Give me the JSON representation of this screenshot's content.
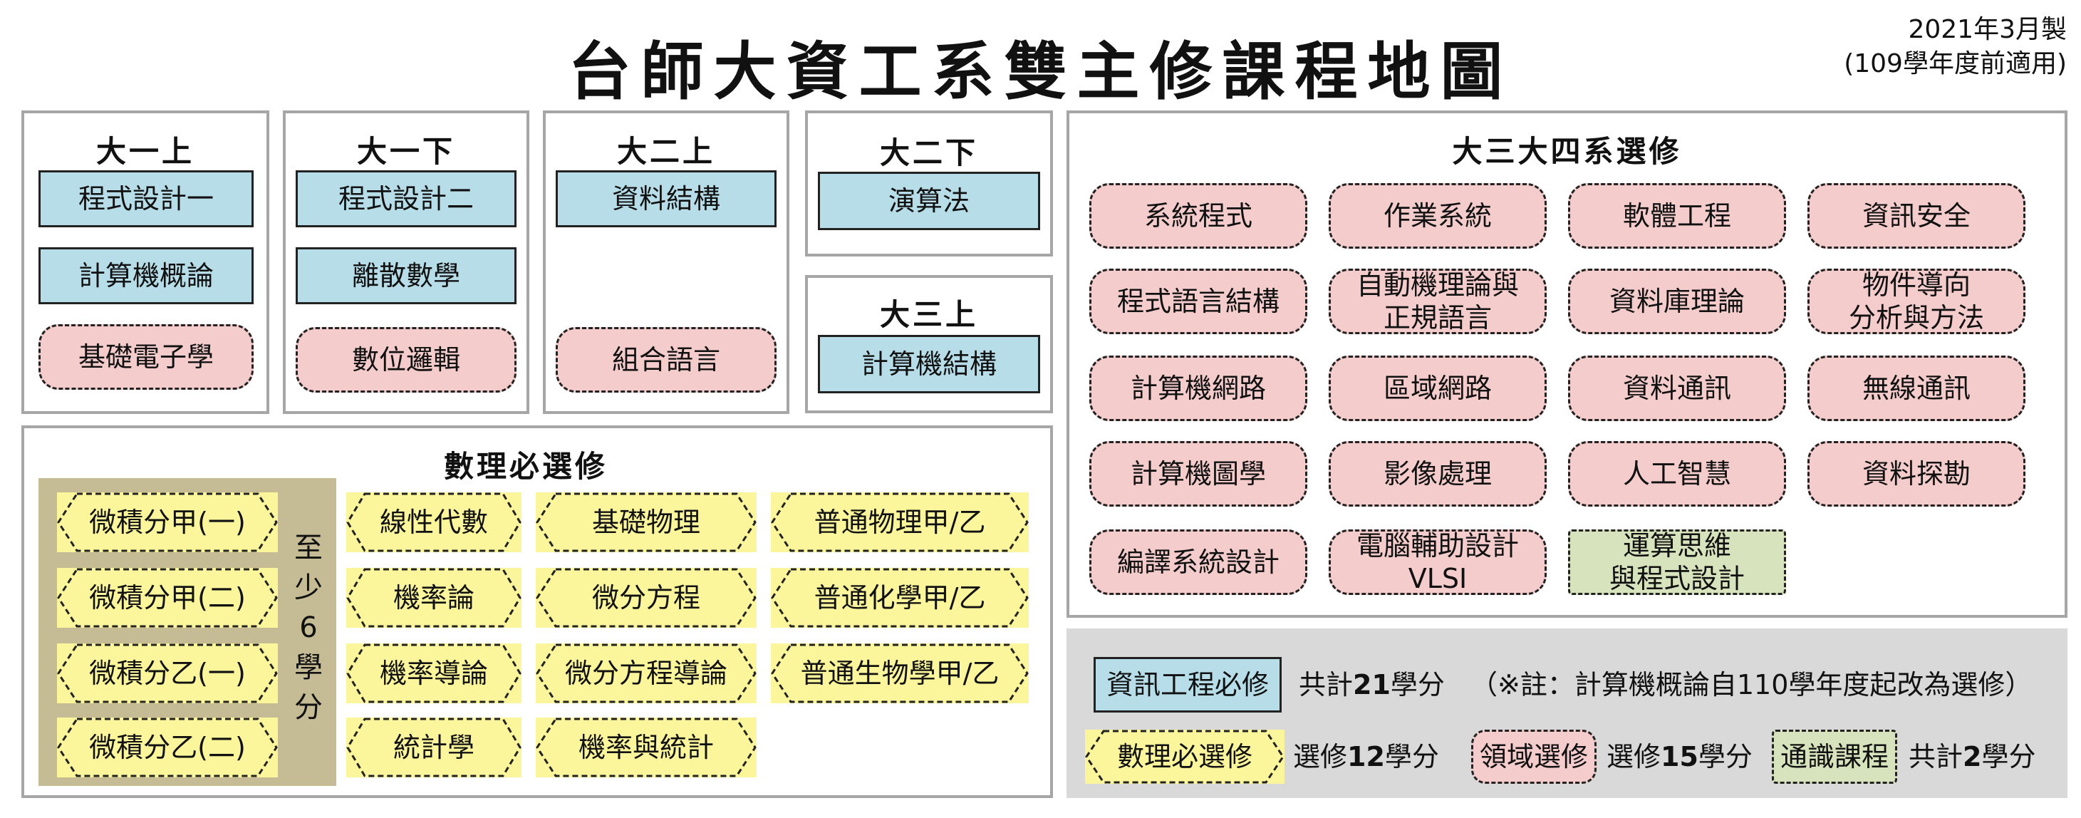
{
  "header": {
    "title": "台師大資工系雙主修課程地圖",
    "made_date": "2021年3月製",
    "made_note": "(109學年度前適用)"
  },
  "semesters": {
    "y1a": {
      "title": "大一上",
      "courses": [
        "程式設計一",
        "計算機概論",
        "基礎電子學"
      ]
    },
    "y1b": {
      "title": "大一下",
      "courses": [
        "程式設計二",
        "離散數學",
        "數位邏輯"
      ]
    },
    "y2a": {
      "title": "大二上",
      "courses": [
        "資料結構",
        "組合語言"
      ]
    },
    "y2b": {
      "title": "大二下",
      "courses": [
        "演算法"
      ]
    },
    "y3a": {
      "title": "大三上",
      "courses": [
        "計算機結構"
      ]
    }
  },
  "electives": {
    "title": "大三大四系選修",
    "rows": [
      [
        "系統程式",
        "作業系統",
        "軟體工程",
        "資訊安全"
      ],
      [
        "程式語言結構",
        "自動機理論與\n正規語言",
        "資料庫理論",
        "物件導向\n分析與方法"
      ],
      [
        "計算機網路",
        "區域網路",
        "資料通訊",
        "無線通訊"
      ],
      [
        "計算機圖學",
        "影像處理",
        "人工智慧",
        "資料探勘"
      ],
      [
        "編譯系統設計",
        "電腦輔助設計\nVLSI",
        "運算思維\n與程式設計"
      ]
    ]
  },
  "math": {
    "title": "數理必選修",
    "calculus": [
      "微積分甲(一)",
      "微積分甲(二)",
      "微積分乙(一)",
      "微積分乙(二)"
    ],
    "min_note": [
      "至",
      "少",
      "6",
      "學",
      "分"
    ],
    "col1": [
      "線性代數",
      "機率論",
      "機率導論",
      "統計學"
    ],
    "col2": [
      "基礎物理",
      "微分方程",
      "微分方程導論",
      "機率與統計"
    ],
    "col3": [
      "普通物理甲/乙",
      "普通化學甲/乙",
      "普通生物學甲/乙"
    ]
  },
  "legend": {
    "required_label": "資訊工程必修",
    "required_text_pre": "共計",
    "required_credits": "21",
    "required_text_post": "學分",
    "required_note": "（※註：計算機概論自110學年度起改為選修）",
    "math_label": "數理必選修",
    "math_text_pre": "選修",
    "math_credits": "12",
    "math_text_post": "學分",
    "domain_label": "領域選修",
    "domain_text_pre": "選修",
    "domain_credits": "15",
    "domain_text_post": "學分",
    "general_label": "通識課程",
    "general_text_pre": "共計",
    "general_credits": "2",
    "general_text_post": "學分"
  },
  "colors": {
    "required": "#b7dde8",
    "math": "#fbf59b",
    "domain": "#f4cccc",
    "general": "#d6e3bc",
    "tan": "#c5bc96"
  }
}
